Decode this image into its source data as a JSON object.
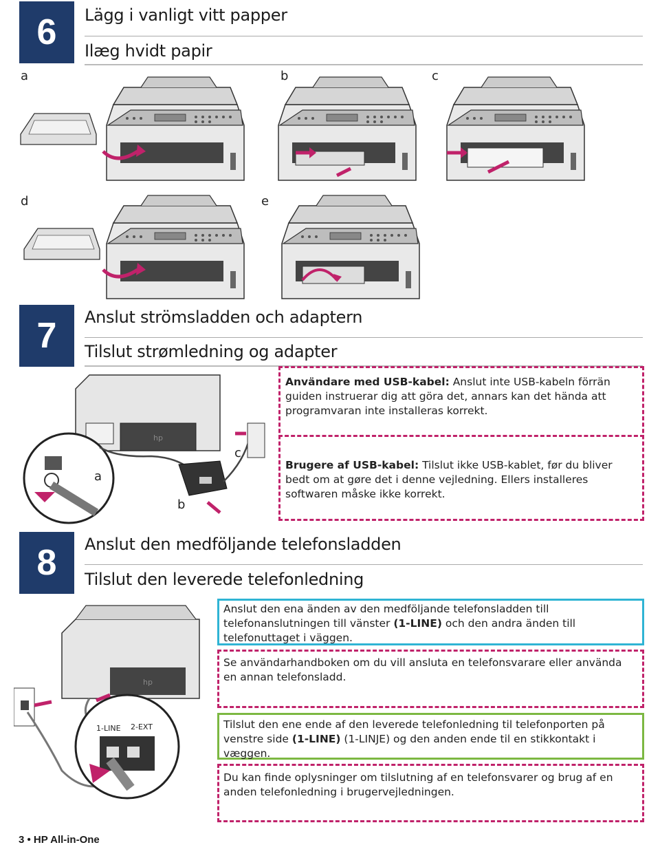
{
  "step6": {
    "number": "6",
    "title_sv": "Lägg i vanligt vitt papper",
    "title_da": "Ilæg hvidt papir",
    "panels": [
      "a",
      "b",
      "c",
      "d",
      "e"
    ]
  },
  "step7": {
    "number": "7",
    "title_sv": "Anslut strömsladden och adaptern",
    "title_da": "Tilslut strømledning og adapter",
    "labels": [
      "a",
      "b",
      "c"
    ],
    "note_sv_bold": "Användare med USB-kabel:",
    "note_sv_text": " Anslut inte USB-kabeln förrän guiden instruerar dig att göra det, annars kan det hända att programvaran inte installeras korrekt.",
    "note_da_bold": "Brugere af USB-kabel:",
    "note_da_text": " Tilslut ikke USB-kablet, før du bliver bedt om at gøre det i denne vejledning. Ellers installeres softwaren måske ikke korrekt."
  },
  "step8": {
    "number": "8",
    "title_sv": "Anslut den medföljande telefonsladden",
    "title_da": "Tilslut den leverede telefonledning",
    "box1_a": "Anslut den ena änden av den medföljande telefonsladden till telefonanslutningen till vänster ",
    "box1_bold": "(1-LINE)",
    "box1_b": " och den andra änden till telefonuttaget i väggen.",
    "box2": "Se användarhandboken om du vill ansluta en telefonsvarare eller använda en annan telefonsladd.",
    "box3_a": "Tilslut den ene ende af den leverede telefonledning til telefonporten på venstre side ",
    "box3_bold": "(1-LINE)",
    "box3_b": " (1-LINJE) og den anden ende til en stikkontakt i væggen.",
    "box4": "Du kan finde oplysninger om tilslutning af en telefonsvarer og brug af en anden telefonledning i brugervejledningen.",
    "port_label_1": "1-LINE",
    "port_label_2": "2-EXT",
    "colors": {
      "cyan": "#2fb4d4",
      "green": "#7cb842",
      "magenta": "#c0226a",
      "navy": "#1f3b6a"
    }
  },
  "footer": "3 • HP All-in-One"
}
